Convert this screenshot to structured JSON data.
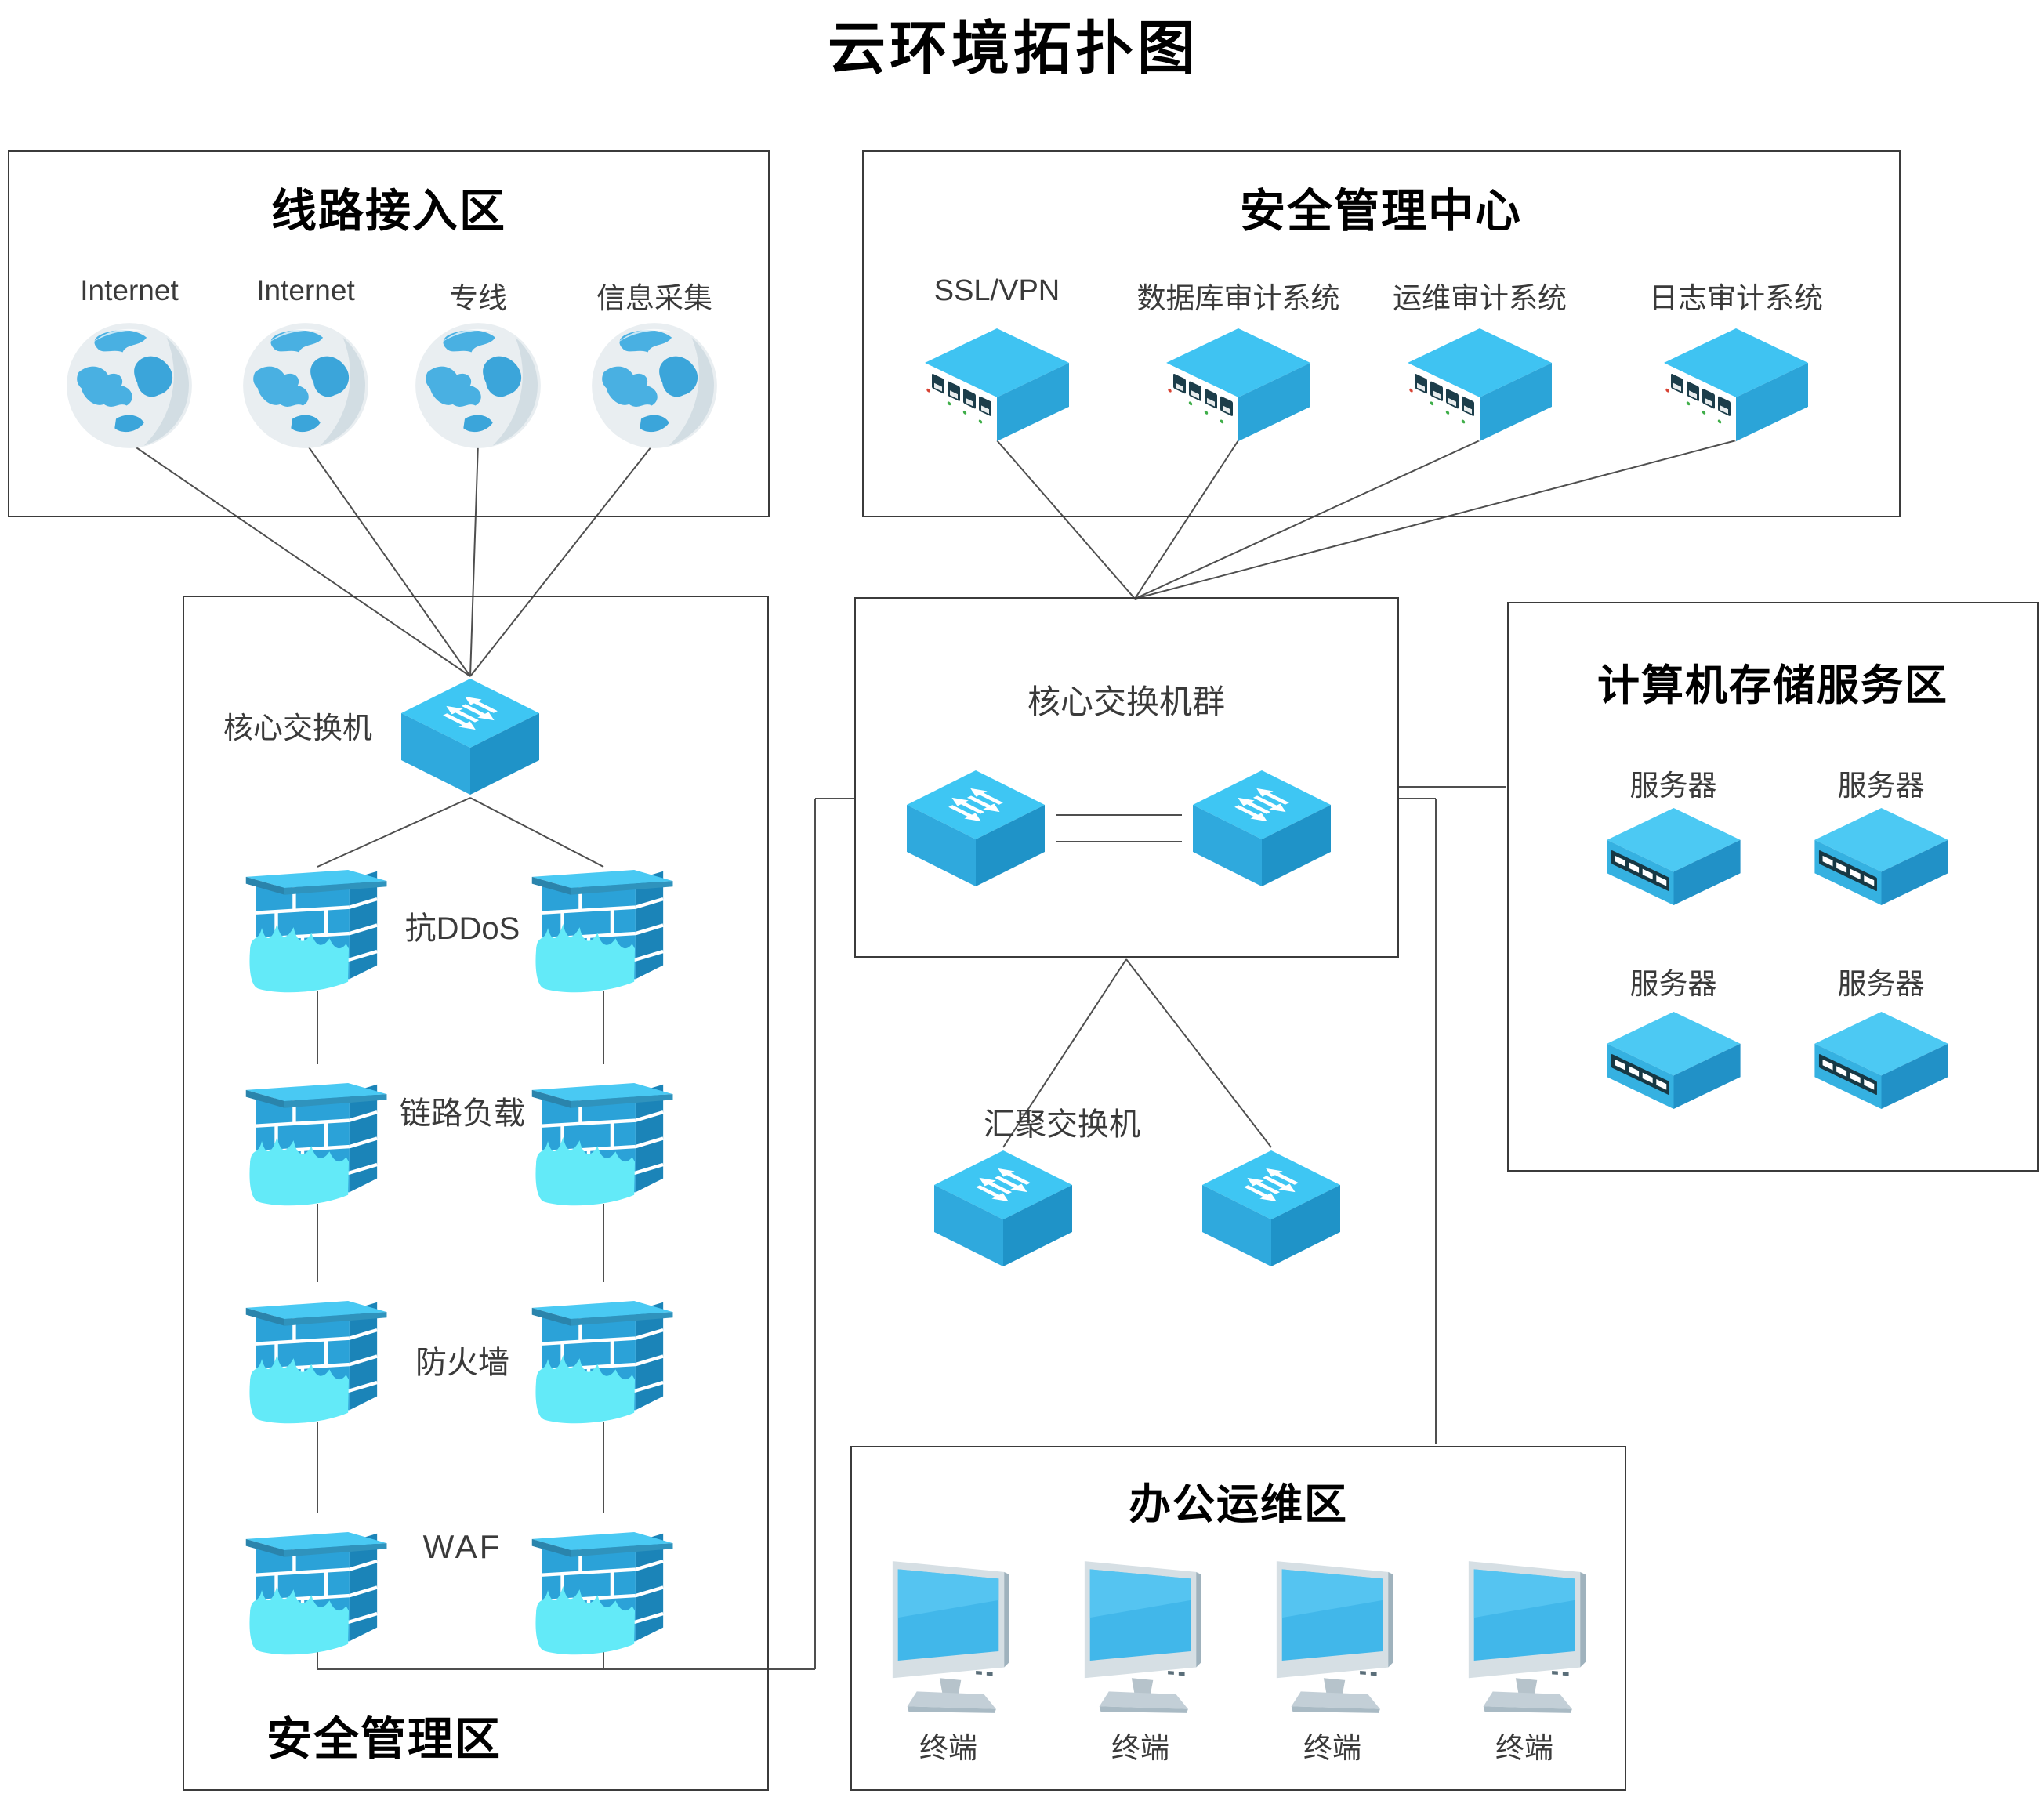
{
  "page_title": "云环境拓扑图",
  "zones": {
    "line_access": {
      "title": "线路接入区",
      "items": [
        "Internet",
        "Internet",
        "专线",
        "信息采集"
      ]
    },
    "security_center": {
      "title": "安全管理中心",
      "items": [
        "SSL/VPN",
        "数据库审计系统",
        "运维审计系统",
        "日志审计系统"
      ]
    },
    "security_mgmt": {
      "title": "安全管理区",
      "core_switch_label": "核心交换机",
      "chain": [
        "抗DDoS",
        "链路负载",
        "防火墙",
        "WAF"
      ]
    },
    "core_cluster": {
      "title": "核心交换机群"
    },
    "aggregation": {
      "label": "汇聚交换机"
    },
    "storage": {
      "title": "计算机存储服务区",
      "items": [
        "服务器",
        "服务器",
        "服务器",
        "服务器"
      ]
    },
    "office": {
      "title": "办公运维区",
      "items": [
        "终端",
        "终端",
        "终端",
        "终端"
      ]
    }
  },
  "icons": {
    "line_access_item": "globe-icon",
    "security_center_item": "network-appliance-icon",
    "switch": "switch-3d-icon",
    "firewall": "firewall-brick-flame-icon",
    "server": "server-3d-icon",
    "terminal": "monitor-icon"
  },
  "colors": {
    "device_top_blue": "#3ec6f3",
    "device_left_blue": "#2fa9dd",
    "device_right_blue": "#1f93c8",
    "flame_cyan": "#63eaf8",
    "globe_blue": "#49b0e2",
    "wire": "#4f4f4f",
    "box_border": "#3b3b3b",
    "label_text": "#3a3a3a",
    "title_text": "#000000"
  }
}
